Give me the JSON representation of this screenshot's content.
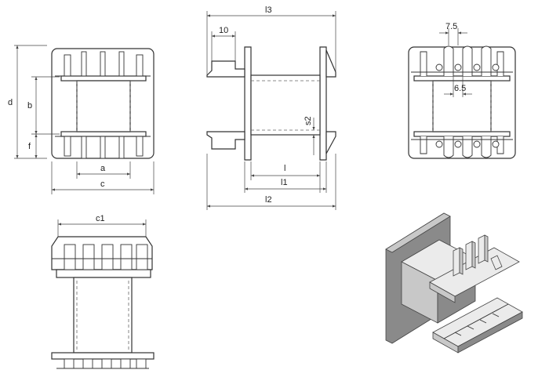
{
  "dimensions": {
    "d": "d",
    "b": "b",
    "f": "f",
    "a": "a",
    "c": "c",
    "l3": "l3",
    "ten": "10",
    "l": "l",
    "l1": "l1",
    "l2": "l2",
    "s2": "s2",
    "pitch": "7.5",
    "inner": "6.5",
    "c1": "c1"
  },
  "colors": {
    "line": "#333333",
    "iso_dark": "#8a8a8a",
    "iso_mid": "#c8c8c8",
    "iso_light": "#ebebeb"
  }
}
